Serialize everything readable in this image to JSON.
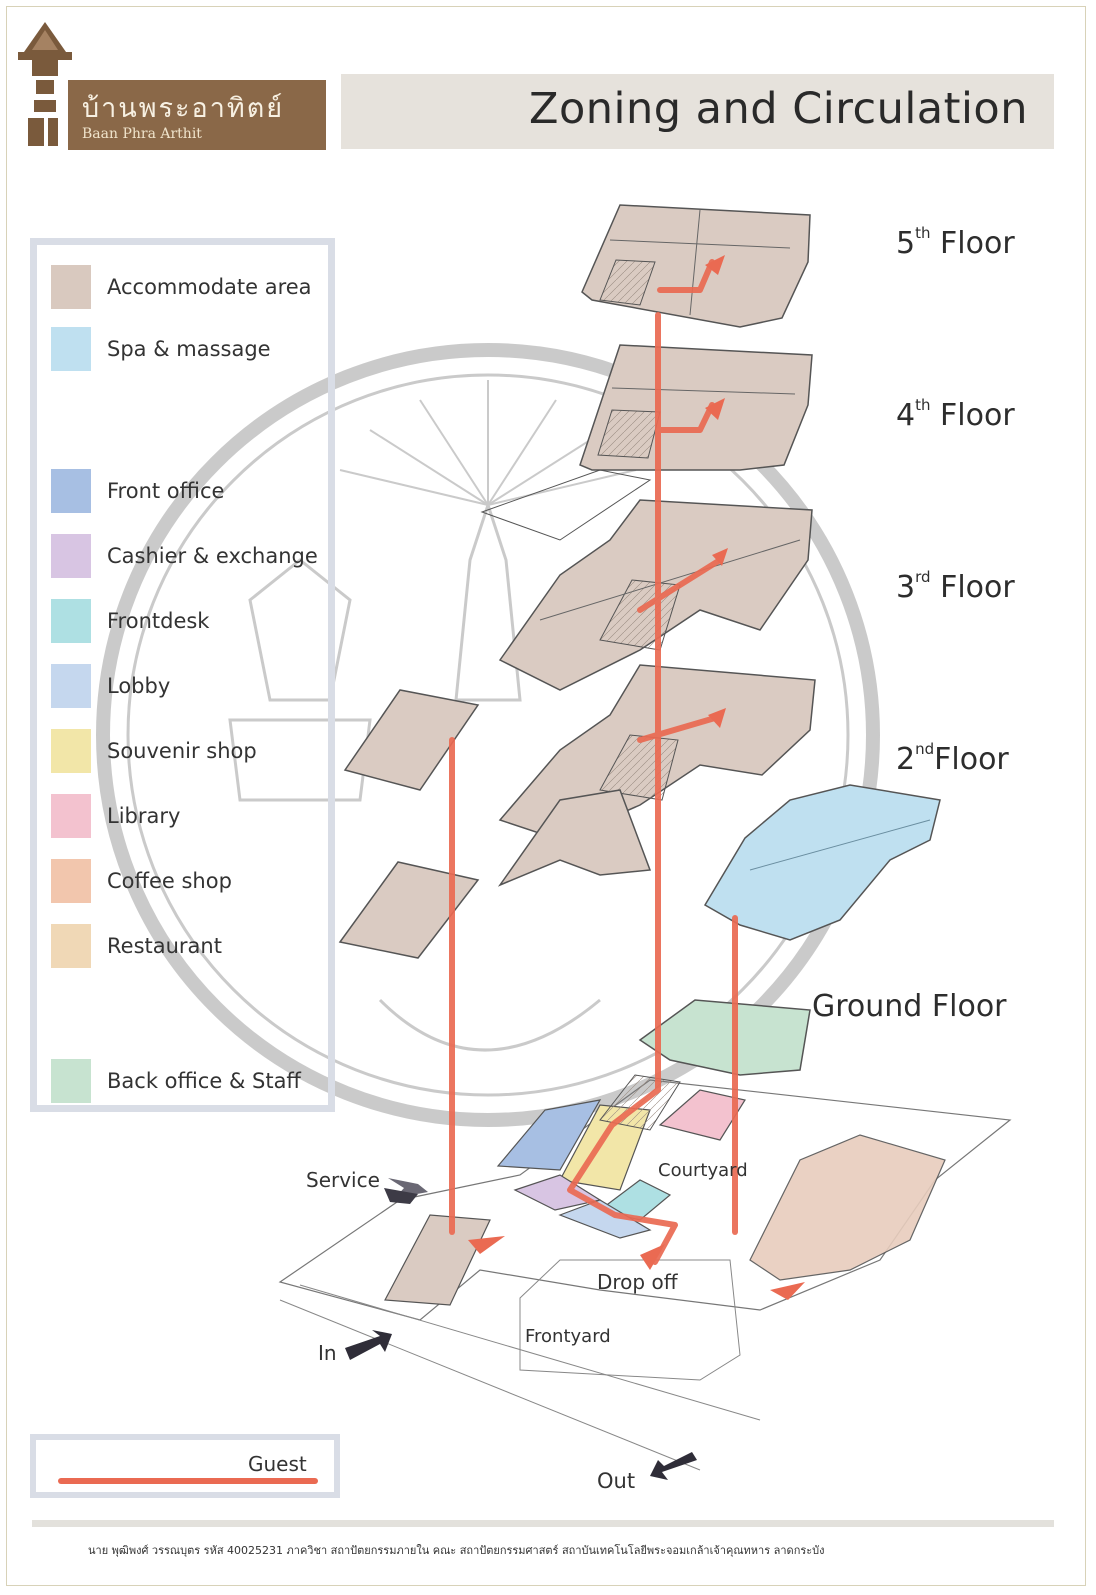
{
  "logo": {
    "thai_name": "บ้านพระอาทิตย์",
    "english_name": "Baan Phra Arthit"
  },
  "title": "Zoning and Circulation",
  "legend": {
    "items": [
      {
        "label": "Accommodate area",
        "color": "#d9c9bf"
      },
      {
        "label": "Spa & massage",
        "color": "#bfe0f0"
      },
      {
        "label": "Front office",
        "color": "#a7bfe3"
      },
      {
        "label": "Cashier & exchange",
        "color": "#d8c5e3"
      },
      {
        "label": "Frontdesk",
        "color": "#aee0e3"
      },
      {
        "label": "Lobby",
        "color": "#c5d7ee"
      },
      {
        "label": "Souvenir shop",
        "color": "#f2e6a8"
      },
      {
        "label": "Library",
        "color": "#f3c2cf"
      },
      {
        "label": "Coffee shop",
        "color": "#f2c6ad"
      },
      {
        "label": "Restaurant",
        "color": "#f0d8b6"
      },
      {
        "label": "Back office & Staff",
        "color": "#c7e3d0"
      }
    ],
    "guest": {
      "label": "Guest",
      "color": "#ea6a52"
    }
  },
  "floors": {
    "fifth": {
      "num": "5",
      "suffix": "th",
      "label": "Floor"
    },
    "fourth": {
      "num": "4",
      "suffix": "th",
      "label": "Floor"
    },
    "third": {
      "num": "3",
      "suffix": "rd",
      "label": "Floor"
    },
    "second": {
      "num": "2",
      "suffix": "nd",
      "label": "Floor"
    },
    "ground": {
      "label": "Ground Floor"
    }
  },
  "site": {
    "courtyard": "Courtyard",
    "frontyard": "Frontyard",
    "service": "Service",
    "drop_off": "Drop off",
    "in": "In",
    "out": "Out"
  },
  "footer": "นาย พุฒิพงศ์ วรรณบุตร รหัส 40025231 ภาควิชา สถาปัตยกรรมภายใน คณะ สถาปัตยกรรมศาสตร์ สถาบันเทคโนโลยีพระจอมเกล้าเจ้าคุณทหาร ลาดกระบัง"
}
